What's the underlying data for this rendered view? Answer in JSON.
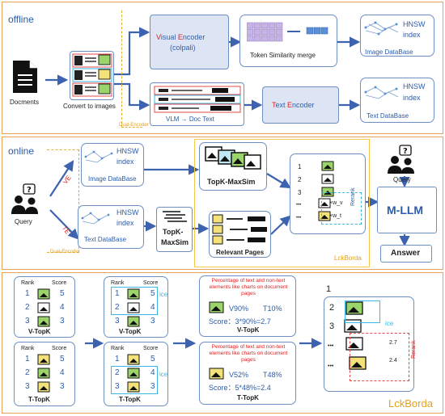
{
  "offline": {
    "label": "offline",
    "docs_label": "Docments",
    "convert_label": "Convert to images",
    "dual_encoder": "Dual-Encoder",
    "visual_encoder": {
      "v": "V",
      "rest1": "isual ",
      "e": "E",
      "rest2": "ncoder",
      "line2": "(colpali)"
    },
    "token_merge": "Token Similarity merge",
    "hnsw_img": {
      "l1": "HNSW",
      "l2": "index",
      "db": "Image DataBase"
    },
    "vlm_label": "VLM → Doc Text",
    "text_encoder": {
      "t": "T",
      "rest1": "ext ",
      "e": "E",
      "rest2": "ncoder"
    },
    "hnsw_txt": {
      "l1": "HNSW",
      "l2": "index",
      "db": "Text DataBase"
    }
  },
  "online": {
    "label": "online",
    "query_label": "Query",
    "ve": "VE",
    "te": "TE",
    "dual_encoder": "Dual-Encoder",
    "hnsw_img": {
      "l1": "HNSW",
      "l2": "index",
      "db": "Image DataBase"
    },
    "hnsw_txt": {
      "l1": "HNSW",
      "l2": "index",
      "db": "Text DataBase"
    },
    "topk_maxsim": "TopK-MaxSim",
    "topk_maxsim2": {
      "l1": "TopK-",
      "l2": "MaxSim"
    },
    "relevant_pages": "Relevant Pages",
    "rank_items": [
      "1",
      "2",
      "3",
      "•••",
      "•••"
    ],
    "weight_v": "×w_v",
    "weight_t": "×w_t",
    "rerank": "Rerank",
    "query2": "Query",
    "mllm": "M-LLM",
    "answer": "Answer",
    "lckborda": "LckBorda"
  },
  "bottom": {
    "rank_h": "Rank",
    "score_h": "Score",
    "ranks": [
      "1",
      "2",
      "3"
    ],
    "v_scores": [
      "5",
      "4",
      "3"
    ],
    "t_scores": [
      "5",
      "4",
      "3"
    ],
    "v_title": "V-TopK",
    "t_title": "T-TopK",
    "ice": "ice",
    "pct_text": "Percentage of text and non-text elements like charts on document pages",
    "v_pct": {
      "v": "V90%",
      "t": "T10%",
      "score": "Score：3*90%=2.7",
      "title": "V-TopK"
    },
    "t_pct": {
      "v": "V52%",
      "t": "T48%",
      "score": "Score：5*48%=2.4",
      "title": "T-TopK"
    },
    "final_ranks": [
      "1",
      "2",
      "3",
      "•••",
      "•••"
    ],
    "final_scores": [
      "2.7",
      "2.4"
    ],
    "rerank": "Rerank",
    "lckborda": "LckBorda"
  },
  "colors": {
    "panel_border": "#e8a25a",
    "box_border": "#6d8fc4",
    "arrow": "#3d63b0",
    "accent_red": "#e02020",
    "gold": "#e3a11f",
    "ice": "#3ab7e2"
  }
}
